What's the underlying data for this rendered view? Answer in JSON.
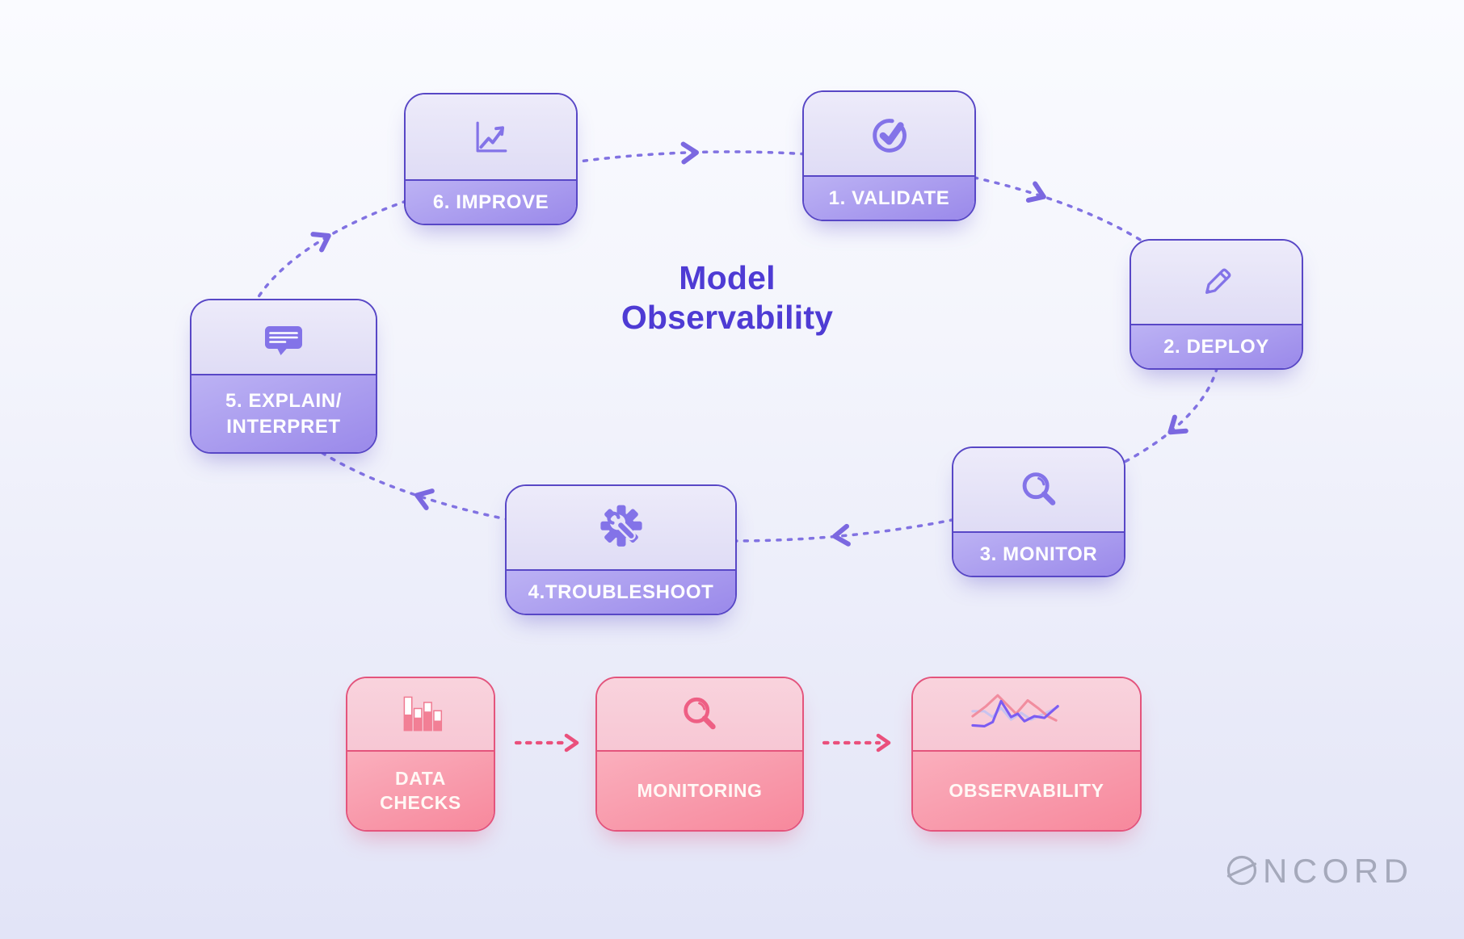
{
  "diagram": {
    "title": "Model\nObservability"
  },
  "cycle_steps": [
    {
      "label": "1. VALIDATE",
      "icon": "check-circle-icon"
    },
    {
      "label": "2. DEPLOY",
      "icon": "pencil-icon"
    },
    {
      "label": "3. MONITOR",
      "icon": "magnifier-icon"
    },
    {
      "label": "4.TROUBLESHOOT",
      "icon": "gear-wrench-icon"
    },
    {
      "label": "5. EXPLAIN/\nINTERPRET",
      "icon": "speech-bubble-icon"
    },
    {
      "label": "6. IMPROVE",
      "icon": "trend-up-chart-icon"
    }
  ],
  "pipeline_steps": [
    {
      "label": "DATA\nCHECKS",
      "icon": "bar-chart-icon"
    },
    {
      "label": "MONITORING",
      "icon": "magnifier-icon"
    },
    {
      "label": "OBSERVABILITY",
      "icon": "line-chart-icon"
    }
  ],
  "brand": {
    "logo_text": "encord",
    "logo_letters": "NCORD"
  },
  "colors": {
    "accent_purple": "#8373e8",
    "card_border_purple": "#5847c6",
    "band_purple": "#9a89ea",
    "title_indigo": "#4e3bd4",
    "accent_pink": "#ee5f84",
    "card_border_pink": "#e4547c",
    "logo_gray": "#a5a9bb"
  }
}
